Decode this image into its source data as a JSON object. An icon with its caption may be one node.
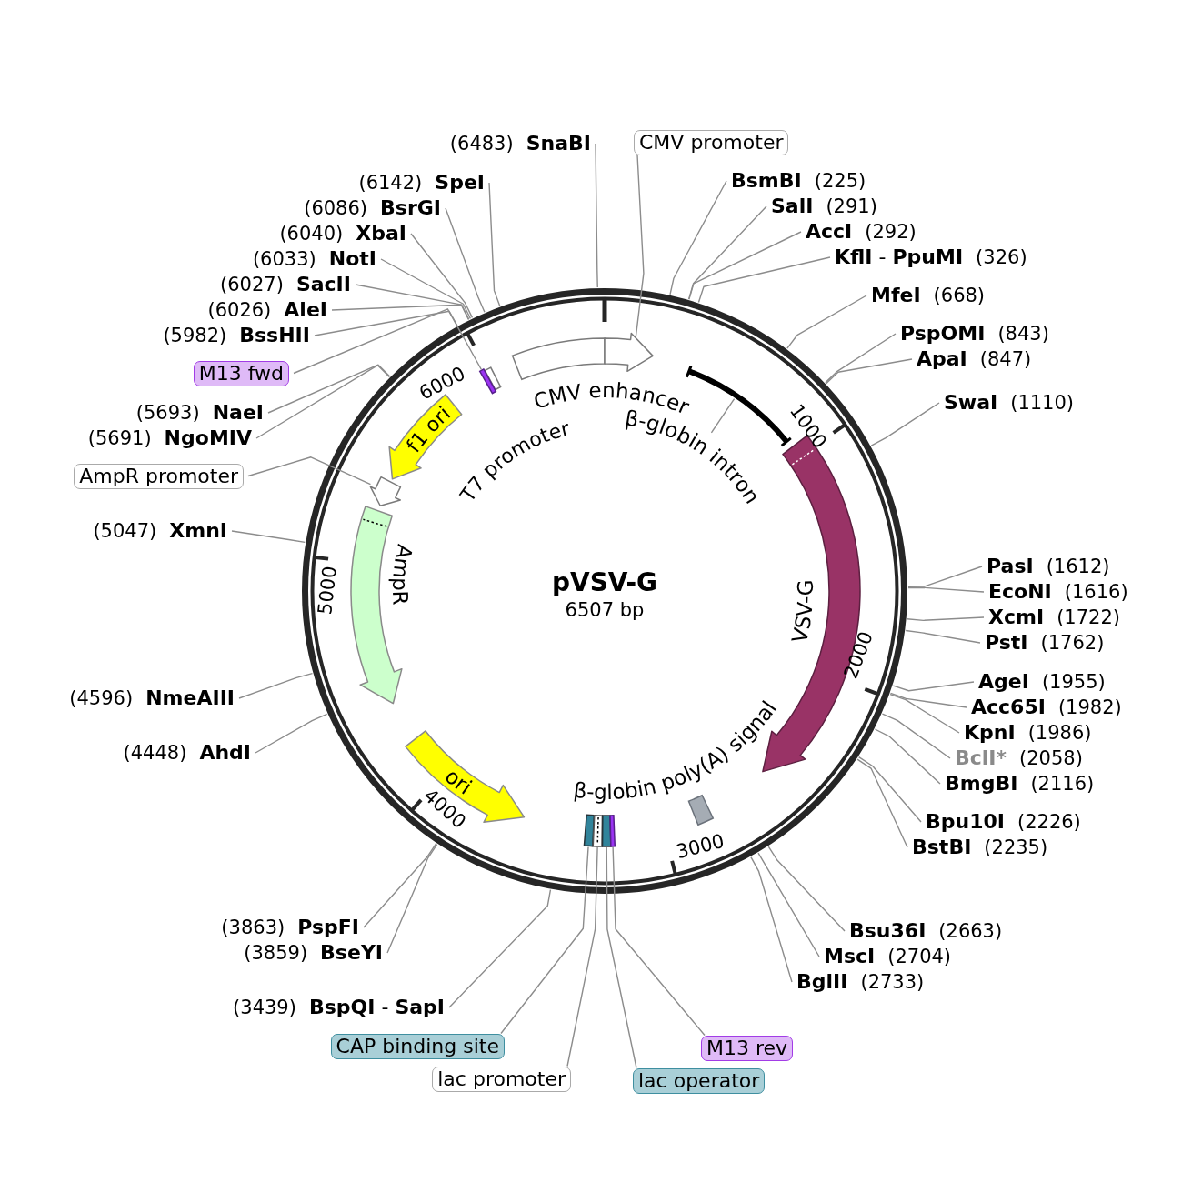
{
  "diagram": {
    "title": "pVSV-G",
    "nodes": [
      {
        "text": [
          "(6483)",
          "SnaBI"
        ]
      },
      {
        "text": [
          "CMV promoter"
        ]
      },
      {
        "text": [
          "(6142)",
          "SpeI"
        ]
      },
      {
        "text": [
          "BsmBI",
          "(225)"
        ]
      },
      {
        "text": [
          "(6086)",
          "BsrGI"
        ]
      },
      {
        "text": [
          "SalI",
          "(291)"
        ]
      },
      {
        "text": [
          "(6040)",
          "XbaI"
        ]
      },
      {
        "text": [
          "AccI",
          "(292)"
        ]
      },
      {
        "text": [
          "(6033)",
          "NotI"
        ]
      },
      {
        "text": [
          "**KflI** - **PpuMI**",
          "(326)"
        ]
      },
      {
        "text": [
          "(6027)",
          "SacII"
        ]
      },
      {
        "text": [
          "MfeI",
          "(668)"
        ]
      },
      {
        "text": [
          "(6026)",
          "AleI"
        ]
      },
      {
        "text": [
          "PspOMI",
          "(843)"
        ]
      },
      {
        "text": [
          "(5982)",
          "BssHII"
        ]
      },
      {
        "text": [
          "ApaI",
          "(847)"
        ]
      },
      {
        "text": [
          "M13 fwd"
        ]
      },
      {
        "text": [
          "SwaI",
          "(1110)"
        ]
      },
      {
        "text": [
          "(5693)",
          "NaeI"
        ]
      },
      {
        "text": [
          "(5691)",
          "NgoMIV"
        ]
      },
      {
        "text": [
          "AmpR promoter"
        ]
      },
      {
        "text": [
          "(5047)",
          "XmnI"
        ]
      },
      {
        "text": [
          "PasI",
          "(1612)"
        ]
      },
      {
        "text": [
          "EcoNI",
          "(1616)"
        ]
      },
      {
        "text": [
          "XcmI",
          "(1722)"
        ]
      },
      {
        "text": [
          "PstI",
          "(1762)"
        ]
      },
      {
        "text": [
          "AgeI",
          "(1955)"
        ]
      },
      {
        "text": [
          "(4596)",
          "NmeAIII"
        ]
      },
      {
        "text": [
          "Acc65I",
          "(1982)"
        ]
      },
      {
        "text": [
          "KpnI",
          "(1986)"
        ]
      },
      {
        "text": [
          "(4448)",
          "AhdI"
        ]
      },
      {
        "text": [
          "BclI*",
          "(2058)"
        ]
      },
      {
        "text": [
          "BmgBI",
          "(2116)"
        ]
      },
      {
        "text": [
          "Bpu10I",
          "(2226)"
        ]
      },
      {
        "text": [
          "BstBI",
          "(2235)"
        ]
      },
      {
        "text": [
          "(3863)",
          "PspFI"
        ]
      },
      {
        "text": [
          "Bsu36I",
          "(2663)"
        ]
      },
      {
        "text": [
          "(3859)",
          "BseYI"
        ]
      },
      {
        "text": [
          "MscI",
          "(2704)"
        ]
      },
      {
        "text": [
          "BglII",
          "(2733)"
        ]
      },
      {
        "text": [
          "(3439)",
          "**BspQI** - **SapI**"
        ]
      },
      {
        "text": [
          "CAP binding site"
        ]
      },
      {
        "text": [
          "M13 rev"
        ]
      },
      {
        "text": [
          "lac promoter"
        ]
      },
      {
        "text": [
          "lac operator"
        ]
      },
      {
        "text": [
          "CMV enhancer"
        ]
      },
      {
        "text": [],
        "shape": "arrow"
      },
      {
        "text": [
          "β-globin intron"
        ]
      },
      {
        "text": [],
        "shape": "arc"
      },
      {
        "text": [
          "T7 promoter"
        ]
      },
      {
        "text": [],
        "shape": "bar"
      },
      {
        "text": [
          "f1 ori"
        ]
      },
      {
        "text": [],
        "shape": "arrow"
      },
      {
        "text": [
          "AmpR"
        ]
      },
      {
        "text": [
          "ori"
        ]
      },
      {
        "text": [],
        "shape": "bar"
      },
      {
        "text": [],
        "shape": "bar"
      },
      {
        "text": [],
        "shape": "bar"
      },
      {
        "text": [],
        "shape": "bar"
      },
      {
        "text": [
          "β-globin poly(A) signal"
        ]
      },
      {
        "text": [
          "VSV-G"
        ]
      }
    ],
    "edges": [
      {
        "from": 0,
        "to": null,
        "arrow": "none"
      },
      {
        "from": 1,
        "to": 46,
        "arrow": "none"
      },
      {
        "from": 2,
        "to": null,
        "arrow": "none"
      },
      {
        "from": 3,
        "to": null,
        "arrow": "none"
      },
      {
        "from": 4,
        "to": null,
        "arrow": "none"
      },
      {
        "from": 5,
        "to": null,
        "arrow": "none"
      },
      {
        "from": 6,
        "to": null,
        "arrow": "none"
      },
      {
        "from": 7,
        "to": null,
        "arrow": "none"
      },
      {
        "from": 8,
        "to": null,
        "arrow": "none"
      },
      {
        "from": 9,
        "to": null,
        "arrow": "none"
      },
      {
        "from": 10,
        "to": null,
        "arrow": "none"
      },
      {
        "from": 11,
        "to": null,
        "arrow": "none"
      },
      {
        "from": 12,
        "to": null,
        "arrow": "none"
      },
      {
        "from": 13,
        "to": null,
        "arrow": "none"
      },
      {
        "from": 14,
        "to": null,
        "arrow": "none"
      },
      {
        "from": 15,
        "to": null,
        "arrow": "none"
      },
      {
        "from": 16,
        "to": 50,
        "arrow": "none"
      },
      {
        "from": 17,
        "to": null,
        "arrow": "none"
      },
      {
        "from": 18,
        "to": null,
        "arrow": "none"
      },
      {
        "from": 19,
        "to": null,
        "arrow": "none"
      },
      {
        "from": 20,
        "to": 52,
        "arrow": "none"
      },
      {
        "from": 21,
        "to": null,
        "arrow": "none"
      },
      {
        "from": 22,
        "to": null,
        "arrow": "none"
      },
      {
        "from": 23,
        "to": null,
        "arrow": "none"
      },
      {
        "from": 24,
        "to": null,
        "arrow": "none"
      },
      {
        "from": 25,
        "to": null,
        "arrow": "none"
      },
      {
        "from": 26,
        "to": null,
        "arrow": "none"
      },
      {
        "from": 27,
        "to": null,
        "arrow": "none"
      },
      {
        "from": 28,
        "to": null,
        "arrow": "none"
      },
      {
        "from": 29,
        "to": null,
        "arrow": "none"
      },
      {
        "from": 30,
        "to": null,
        "arrow": "none"
      },
      {
        "from": 31,
        "to": null,
        "arrow": "none"
      },
      {
        "from": 32,
        "to": null,
        "arrow": "none"
      },
      {
        "from": 33,
        "to": null,
        "arrow": "none"
      },
      {
        "from": 34,
        "to": null,
        "arrow": "none"
      },
      {
        "from": 35,
        "to": null,
        "arrow": "none"
      },
      {
        "from": 36,
        "to": null,
        "arrow": "none"
      },
      {
        "from": 37,
        "to": null,
        "arrow": "none"
      },
      {
        "from": 38,
        "to": null,
        "arrow": "none"
      },
      {
        "from": 39,
        "to": null,
        "arrow": "none"
      },
      {
        "from": 40,
        "to": null,
        "arrow": "none"
      },
      {
        "from": 41,
        "to": 55,
        "arrow": "none"
      },
      {
        "from": 42,
        "to": 58,
        "arrow": "none"
      },
      {
        "from": 43,
        "to": 56,
        "arrow": "none"
      },
      {
        "from": 44,
        "to": 57,
        "arrow": "none"
      },
      {
        "from": 47,
        "to": 48,
        "arrow": "none"
      }
    ],
    "labels": [
      "6000",
      "1000",
      "5000",
      "6507 bp",
      "2000",
      "4000",
      "3000"
    ]
  }
}
